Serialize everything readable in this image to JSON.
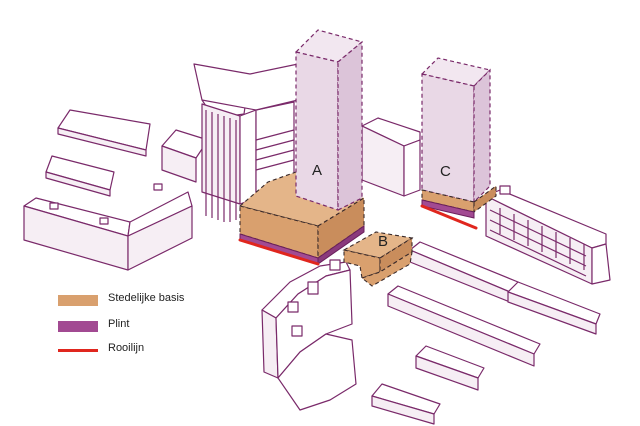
{
  "buildings": {
    "a": {
      "label": "A"
    },
    "b": {
      "label": "B"
    },
    "c": {
      "label": "C"
    }
  },
  "legend": {
    "items": [
      {
        "label": "Stedelijke basis",
        "color": "#d9a06e",
        "kind": "block"
      },
      {
        "label": "Plint",
        "color": "#a24a92",
        "kind": "block"
      },
      {
        "label": "Rooilijn",
        "color": "#e0261e",
        "kind": "line"
      }
    ]
  },
  "colors": {
    "context_stroke": "#7a2a6a",
    "tower_fill": "#e9d8e6"
  }
}
